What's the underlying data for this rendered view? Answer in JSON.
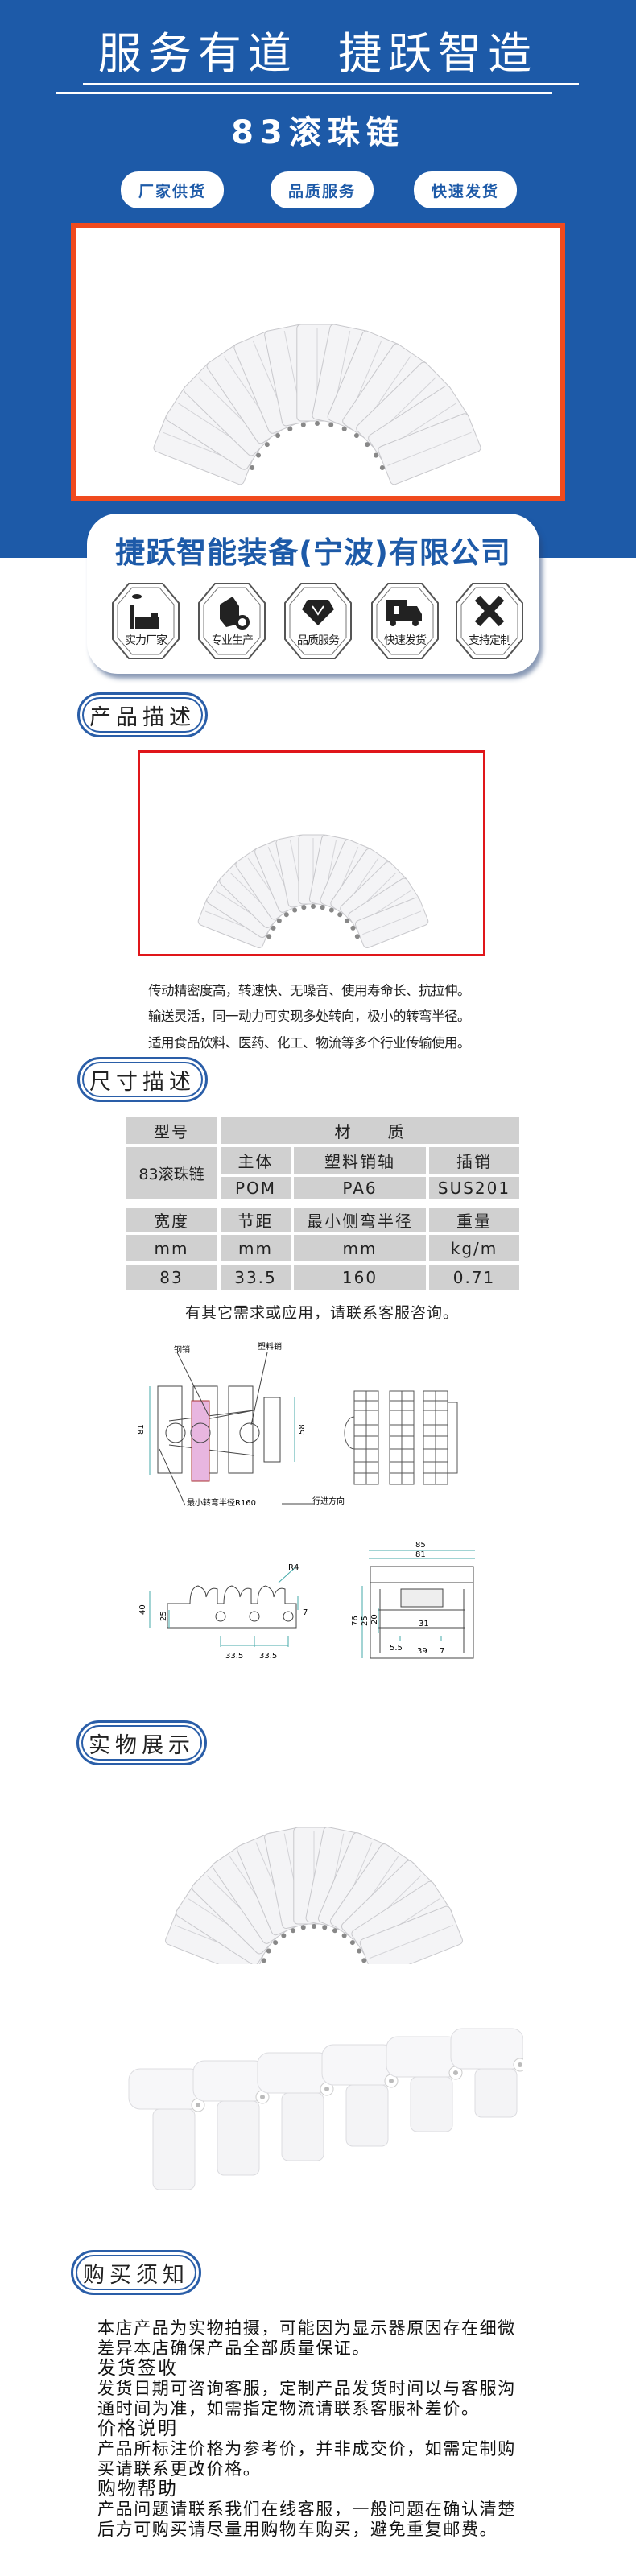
{
  "header": {
    "slogan": "服务有道  捷跃智造",
    "product_title": "83滚珠链",
    "pills": [
      "厂家供货",
      "品质服务",
      "快速发货"
    ]
  },
  "company": {
    "name": "捷跃智能装备(宁波)有限公司",
    "badges": [
      {
        "label": "实力厂家",
        "icon": "factory-icon"
      },
      {
        "label": "专业生产",
        "icon": "box-gear-icon"
      },
      {
        "label": "品质服务",
        "icon": "diamond-icon"
      },
      {
        "label": "快速发货",
        "icon": "truck-icon"
      },
      {
        "label": "支持定制",
        "icon": "ruler-pencil-icon"
      }
    ]
  },
  "sections": {
    "description": "产品描述",
    "dimensions": "尺寸描述",
    "photos": "实物展示",
    "purchase": "购买须知"
  },
  "description_lines": [
    "传动精密度高，转速快、无噪音、使用寿命长、抗拉伸。",
    "输送灵活，同一动力可实现多处转向，极小的转弯半径。",
    "适用食品饮料、医药、化工、物流等多个行业传输使用。"
  ],
  "spec_table": {
    "model_header": "型号",
    "material_header": "材　　质",
    "model": "83滚珠链",
    "material_cols": [
      "主体",
      "塑料销轴",
      "插销"
    ],
    "material_vals": [
      "POM",
      "PA6",
      "SUS201"
    ],
    "dim_headers": [
      "宽度",
      "节距",
      "最小侧弯半径",
      "重量"
    ],
    "units": [
      "mm",
      "mm",
      "mm",
      "kg/m"
    ],
    "values": [
      "83",
      "33.5",
      "160",
      "0.71"
    ]
  },
  "note": "有其它需求或应用，请联系客服咨询。",
  "drawings": {
    "steel_pin": "钢销",
    "plastic_pin": "塑料销",
    "min_radius": "最小转弯半径R160",
    "direction": "行进方向",
    "dim_81": "81",
    "dim_58": "58",
    "side": {
      "h40": "40",
      "h25": "25",
      "h7": "7",
      "r4": "R4",
      "p1": "33.5",
      "p2": "33.5"
    },
    "section": {
      "w85": "85",
      "w81": "81",
      "h76": "76",
      "h25": "25",
      "h20": "20",
      "w31": "31",
      "w5_5": "5.5",
      "w39": "39",
      "w7": "7"
    }
  },
  "purchase": [
    {
      "type": "p",
      "lines": [
        "本店产品为实物拍摄，可能因为显示器原因存在细微",
        "差异本店确保产品全部质量保证。"
      ]
    },
    {
      "type": "h",
      "text": "发货签收"
    },
    {
      "type": "p",
      "lines": [
        "发货日期可咨询客服，定制产品发货时间以与客服沟",
        "通时间为准，如需指定物流请联系客服补差价。"
      ]
    },
    {
      "type": "h",
      "text": "价格说明"
    },
    {
      "type": "p",
      "lines": [
        "产品所标注价格为参考价，并非成交价，如需定制购",
        "买请联系更改价格。"
      ]
    },
    {
      "type": "h",
      "text": "购物帮助"
    },
    {
      "type": "p",
      "lines": [
        "产品问题请联系我们在线客服，一般问题在确认清楚",
        "后方可购买请尽量用购物车购买，避免重复邮费。"
      ]
    }
  ],
  "colors": {
    "brand_blue": "#1d5aa8",
    "hero_border": "#f04a1e",
    "frame_red": "#e0161a",
    "table_gray": "#d0d0d0"
  }
}
